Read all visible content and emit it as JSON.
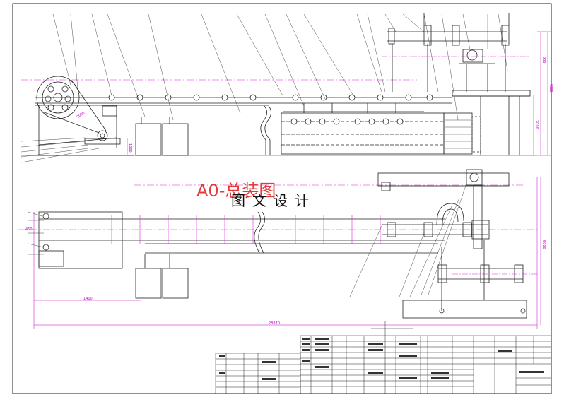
{
  "drawing": {
    "title_red": "A0-总装图",
    "title_cn": "图文设计",
    "dimensions": {
      "total_length": "28870",
      "left_segment": "1400",
      "height_right": "5000",
      "v1": "900",
      "v2": "4800",
      "v3": "2000",
      "v4": "1600",
      "small_left": "450",
      "diag": "2000"
    }
  }
}
